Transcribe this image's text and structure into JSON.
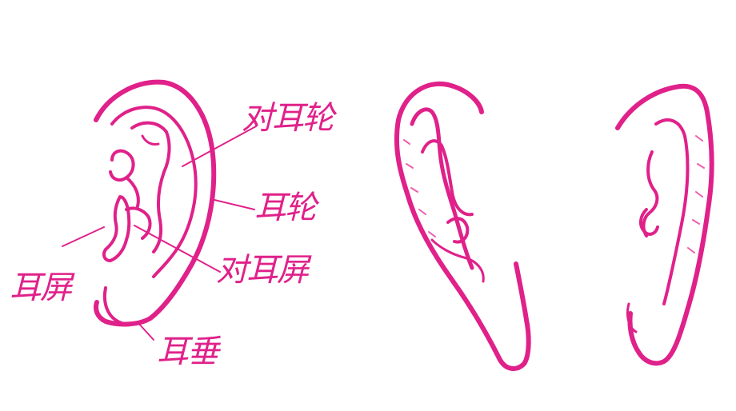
{
  "colors": {
    "ink": "#e0218a",
    "ink_light": "#ec5fae",
    "background": "#ffffff"
  },
  "labels": {
    "antihelix": "对耳轮",
    "helix": "耳轮",
    "antitragus": "对耳屏",
    "tragus": "耳屏",
    "lobe": "耳垂"
  }
}
